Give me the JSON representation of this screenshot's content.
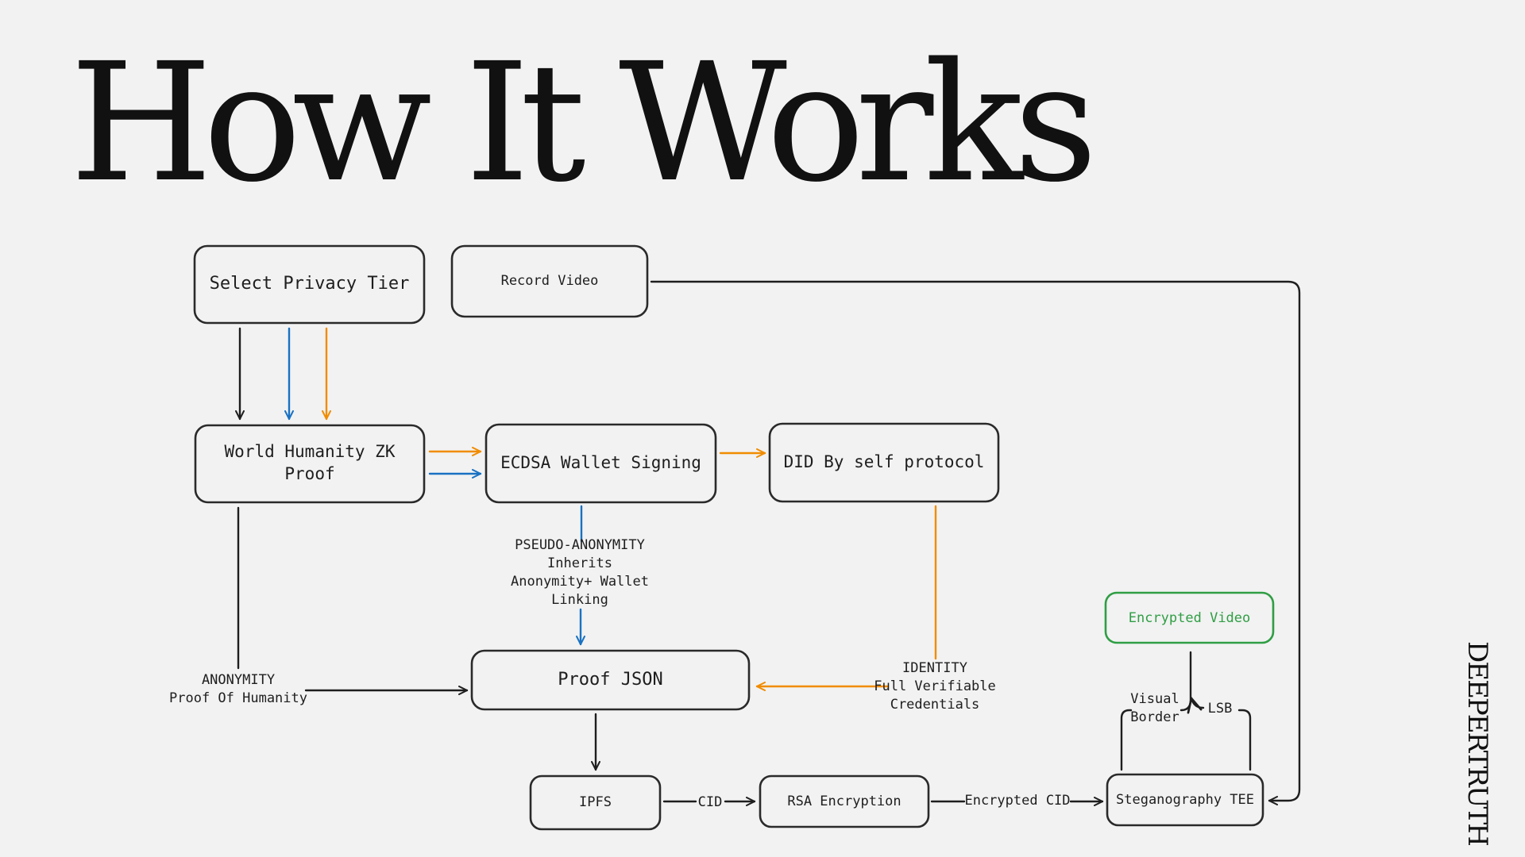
{
  "title": "How It Works",
  "brand": "DEEPERTRUTH",
  "nodes": {
    "select_privacy_tier": "Select Privacy Tier",
    "record_video": "Record Video",
    "world_humanity_zk_proof": [
      "World Humanity ZK",
      "Proof"
    ],
    "ecdsa_wallet_signing": "ECDSA Wallet Signing",
    "did_by_self_protocol": "DID By self protocol",
    "proof_json": "Proof JSON",
    "ipfs": "IPFS",
    "rsa_encryption": "RSA Encryption",
    "steganography_tee": "Steganography TEE",
    "encrypted_video": "Encrypted Video"
  },
  "labels": {
    "pseudo_anonymity": [
      "PSEUDO-ANONYMITY",
      "Inherits",
      "Anonymity+ Wallet",
      "Linking"
    ],
    "anonymity": [
      "ANONYMITY",
      "Proof Of Humanity"
    ],
    "identity": [
      "IDENTITY",
      "Full Verifiable",
      "Credentials"
    ],
    "cid": "CID",
    "encrypted_cid": "Encrypted CID",
    "visual_border": [
      "Visual",
      "Border"
    ],
    "lsb": "LSB"
  },
  "colors": {
    "black_path": "#1e1e1e",
    "blue_path": "#1971c2",
    "orange_path": "#f08c00",
    "green_output": "#2f9e44",
    "background": "#f2f2f2"
  }
}
